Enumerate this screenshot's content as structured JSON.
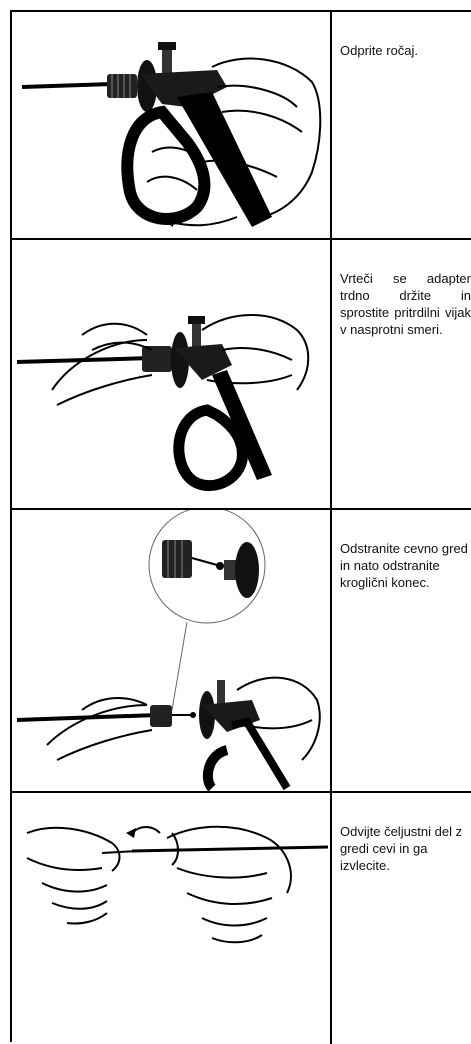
{
  "steps": [
    {
      "text": "Odprite ročaj.",
      "illustration": "hand-opening-handle"
    },
    {
      "text": "Vrteči se adapter trdno držite in sprostite pritrdilni vijak v nasprotni smeri.",
      "illustration": "hands-loosening-screw"
    },
    {
      "text": "Odstranite cevno gred in nato odstranite kroglični konec.",
      "illustration": "hands-removing-shaft-with-detail"
    },
    {
      "text": "Odvijte čeljustni del z gredi cevi in ga izvlecite.",
      "illustration": "hands-unscrewing-jaw"
    }
  ]
}
